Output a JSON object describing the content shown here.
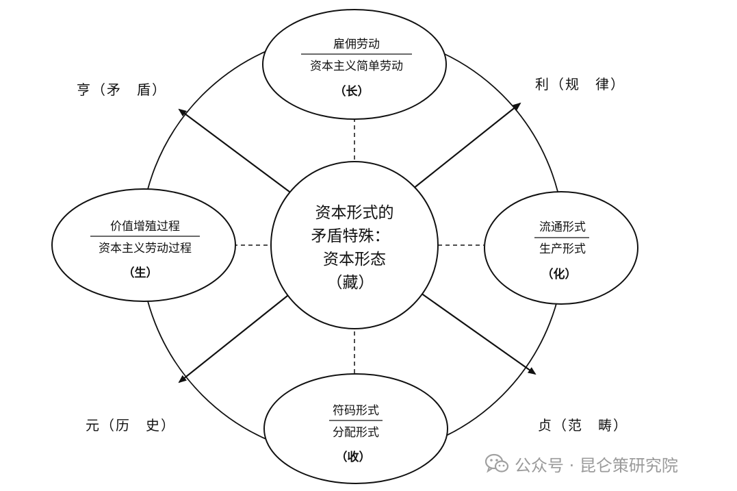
{
  "center": {
    "lines": [
      "资本形式的",
      "矛盾特殊：",
      "资本形态",
      "（藏）"
    ]
  },
  "nodes": {
    "top": {
      "upper": "雇佣劳动",
      "lower": "资本主义简单劳动",
      "tag": "（长）"
    },
    "left": {
      "upper": "价值增殖过程",
      "lower": "资本主义劳动过程",
      "tag": "（生）"
    },
    "right": {
      "upper": "流通形式",
      "lower": "生产形式",
      "tag": "（化）"
    },
    "bottom": {
      "upper": "符码形式",
      "lower": "分配形式",
      "tag": "（收）"
    }
  },
  "corners": {
    "top_left": "亨（矛　盾）",
    "top_right": "利（规　律）",
    "bottom_left": "元（历　史）",
    "bottom_right": "贞（范　畴）"
  },
  "watermark": {
    "text": "公众号 · 昆仑策研究院",
    "icon": "wechat-icon"
  }
}
